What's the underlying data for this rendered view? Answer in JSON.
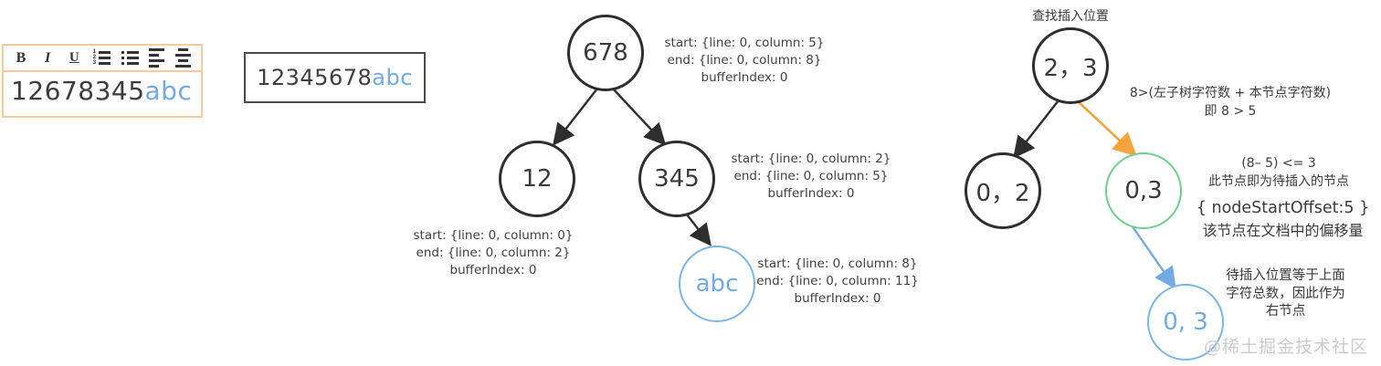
{
  "colors": {
    "blue": "#71aae4",
    "green": "#6fcf8e",
    "orange": "#f5a33c",
    "black": "#2e2e2e",
    "editor_border": "#f4cb9c",
    "watermark_gray": "#cbcbcb"
  },
  "editor": {
    "toolbar": {
      "bold": "B",
      "italic": "I",
      "underline": "U",
      "ordered_markers": [
        "1",
        "2",
        "3"
      ]
    },
    "content": {
      "committed": "12678345",
      "pending": "abc"
    }
  },
  "buffer": {
    "committed": "12345678",
    "pending": "abc"
  },
  "tree1": {
    "root": {
      "label": "678",
      "annotation": [
        "start: {line: 0, column: 5}",
        "end: {line: 0, column: 8}",
        "bufferIndex: 0"
      ]
    },
    "left": {
      "label": "12",
      "annotation": [
        "start: {line: 0, column: 0}",
        "end: {line: 0, column: 2}",
        "bufferIndex: 0"
      ]
    },
    "right": {
      "label": "345",
      "annotation": [
        "start: {line: 0, column: 2}",
        "end: {line: 0, column: 5}",
        "bufferIndex: 0"
      ]
    },
    "leaf": {
      "label": "abc",
      "annotation": [
        "start: {line: 0, column: 8}",
        "end: {line: 0, column: 11}",
        "bufferIndex: 0"
      ]
    },
    "edges": [
      {
        "from": "678",
        "to": "12",
        "color": "black"
      },
      {
        "from": "678",
        "to": "345",
        "color": "black"
      },
      {
        "from": "345",
        "to": "abc",
        "color": "black"
      }
    ]
  },
  "tree2": {
    "title": "查找插入位置",
    "root": {
      "label": "2，3"
    },
    "root_annotation": [
      "8>(左子树字符数 + 本节点字符数)",
      "即 8 > 5"
    ],
    "left": {
      "label": "0，2"
    },
    "right": {
      "label": "0,3"
    },
    "right_annotation": [
      "(8– 5) <= 3",
      "此节点即为待插入的节点"
    ],
    "offset_annotation": [
      "{ nodeStartOffset:5 }",
      "该节点在文档中的偏移量"
    ],
    "leaf": {
      "label": "0, 3"
    },
    "leaf_annotation": [
      "待插入位置等于上面",
      "字符总数，因此作为",
      "右节点"
    ],
    "edges": [
      {
        "from": "2，3",
        "to": "0，2",
        "color": "black"
      },
      {
        "from": "2，3",
        "to": "0,3",
        "color": "orange"
      },
      {
        "from": "0,3",
        "to": "0, 3",
        "color": "blue"
      }
    ]
  },
  "watermark": "@稀土掘金技术社区"
}
